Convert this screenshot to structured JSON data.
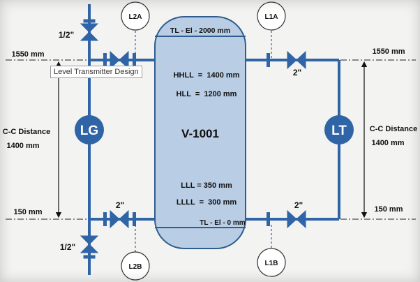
{
  "vessel": {
    "tag": "V-1001",
    "top_line": "TL - El - 2000 mm",
    "bottom_line": "TL - El - 0 mm",
    "hhll": "HHLL  =  1400 mm",
    "hll": "HLL  =  1200 mm",
    "lll": "LLL = 350 mm",
    "llll": "LLLL  =  300 mm"
  },
  "instruments": {
    "lg": "LG",
    "lt": "LT",
    "l2a": "L2A",
    "l1a": "L1A",
    "l2b": "L2B",
    "l1b": "L1B"
  },
  "dimensions": {
    "left_top": "1550 mm",
    "left_bottom": "150 mm",
    "right_top": "1550 mm",
    "right_bottom": "150 mm",
    "left_cc_line1": "C-C Distance",
    "left_cc_line2": "1400 mm",
    "right_cc_line1": "C-C Distance",
    "right_cc_line2": "1400 mm"
  },
  "valve_sizes": {
    "left_top_vent": "1/2\"",
    "left_bottom_drain": "1/2\"",
    "left_bottom_nozzle": "2\"",
    "right_top_nozzle": "2\"",
    "right_bottom_nozzle": "2\""
  },
  "tooltip": "Level Transmitter Design",
  "colors": {
    "pipe": "#2f64a6",
    "vessel_fill": "#b9cde5",
    "vessel_stroke": "#2f5d8f",
    "instrument_fill": "#2f64a6"
  }
}
